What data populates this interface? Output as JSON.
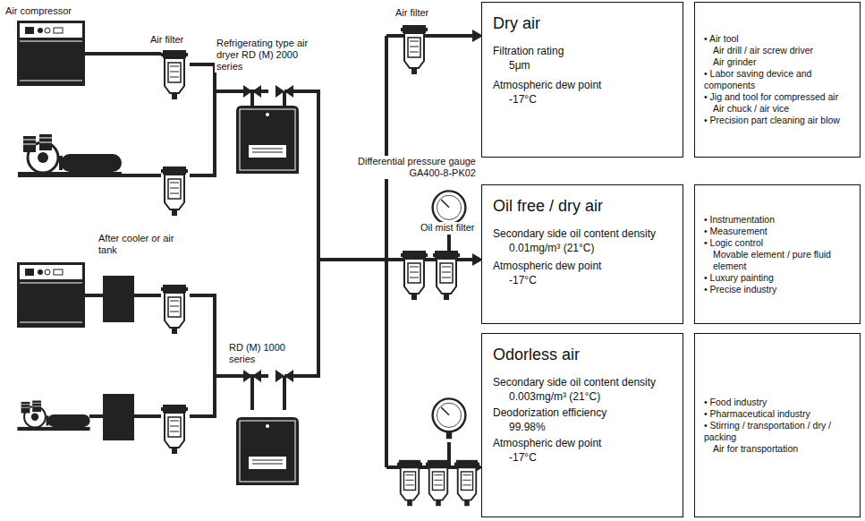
{
  "diagram": {
    "nodes": [
      {
        "text": [
          "Dry air",
          "Filtration rating",
          "5μm",
          "Atmospheric dew point",
          "-17°C"
        ]
      },
      {
        "text": [
          "• Air tool",
          "Air drill / air screw driver",
          "Air grinder",
          "• Labor saving device and components",
          "• Jig and tool for compressed air",
          "Air chuck / air vice",
          "• Precision part cleaning air blow"
        ]
      },
      {
        "text": [
          "Oil free / dry air",
          "Secondary side oil content density",
          "0.01mg/m³ (21°C)",
          "Atmospheric dew point",
          "-17°C"
        ]
      },
      {
        "text": [
          "• Instrumentation",
          "• Measurement",
          "• Logic control",
          "Movable element / pure fluid element",
          "• Luxury painting",
          "• Precise industry"
        ]
      },
      {
        "text": [
          "Odorless air",
          "Secondary side oil content density",
          "0.003mg/m³ (21°C)",
          "Deodorization efficiency",
          "99.98%",
          "Atmospheric dew point",
          "-17°C"
        ]
      },
      {
        "text": [
          "• Food industry",
          "• Pharmaceutical industry",
          "• Stirring / transportation / dry / packing",
          "Air for transportation"
        ]
      }
    ],
    "labels": [
      "Air compressor",
      "Air filter",
      "Refrigerating type air dryer RD (M) 2000 series",
      "After cooler or air tank",
      "RD (M) 1000 series",
      "Air filter",
      "Differential pressure gauge GA400-8-PK02",
      "Oil mist filter"
    ]
  }
}
